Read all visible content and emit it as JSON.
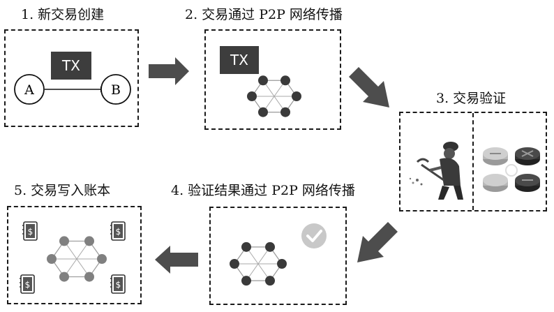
{
  "steps": {
    "s1": "1. 新交易创建",
    "s2": "2. 交易通过 P2P 网络传播",
    "s3": "3. 交易验证",
    "s4": "4. 验证结果通过 P2P 网络传播",
    "s5": "5. 交易写入账本"
  },
  "tx_label": "TX",
  "node_a": "A",
  "node_b": "B",
  "ledger_icon_glyph": "$",
  "colors": {
    "arrow": "#4d4d4d",
    "node_dark": "#3a3a3a",
    "node_gray": "#808080",
    "tx_bg": "#3d3d3d",
    "check": "#c8c8c8"
  },
  "icons": [
    "arrow-right-icon",
    "arrow-down-right-icon",
    "arrow-down-left-icon",
    "arrow-left-icon",
    "miner-icon",
    "router-icon",
    "checkmark-icon",
    "ledger-book-icon"
  ]
}
